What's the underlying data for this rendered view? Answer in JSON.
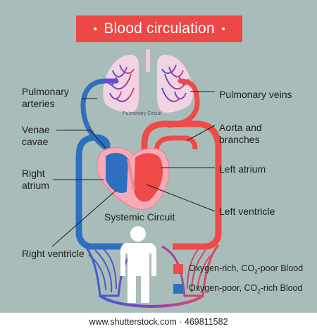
{
  "title": "Blood circulation",
  "labels": {
    "pulmonary_arteries": "Pulmonary\narteries",
    "venae_cavae": "Venae\ncavae",
    "right_atrium": "Right\natrium",
    "right_ventricle": "Right ventricle",
    "pulmonary_veins": "Pulmonary veins",
    "aorta": "Aorta and\nbranches",
    "left_atrium": "Left atrium",
    "left_ventricle": "Left ventricle",
    "pulmonary_circuit": "Pulmonary Circuit",
    "systemic_circuit": "Systemic Circuit"
  },
  "legend": {
    "oxygen_rich": {
      "prefix": "Oxygen-rich, CO",
      "sub": "2",
      "suffix": "-poor Blood",
      "color": "#ef4a48"
    },
    "oxygen_poor": {
      "prefix": "Oxygen-poor, CO",
      "sub": "2",
      "suffix": "-rich Blood",
      "color": "#2f6fc0"
    }
  },
  "footer": "www.shutterstock.com · 469811582",
  "colors": {
    "background": "#a8bdb9",
    "red": "#ef4a48",
    "blue": "#2f6fc0",
    "purple": "#8a3fb5",
    "lung": "#f1d3e4"
  }
}
